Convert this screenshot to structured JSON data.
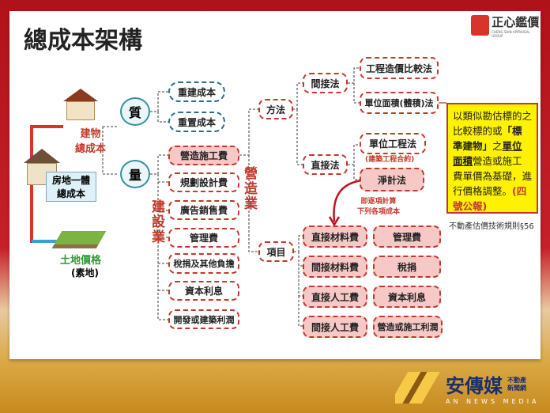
{
  "title": "總成本架構",
  "logo": {
    "name": "正心鑑價",
    "sub": "CHENG SHIN APPRAISAL GROUP"
  },
  "left": {
    "building": "建物\n總成本",
    "combined": "房地一體\n總成本",
    "land": "土地價格",
    "land_note": "(素地)"
  },
  "quality": {
    "label": "質",
    "items": [
      "重建成本",
      "重置成本"
    ]
  },
  "quantity": {
    "label": "量",
    "items": [
      "營造施工費",
      "規劃設計費",
      "廣告銷售費",
      "管理費",
      "稅捐及其他負擔",
      "資本利息",
      "開發或建築利潤"
    ]
  },
  "developer_label": "建設業",
  "builder_label": "營造業",
  "method": {
    "label": "方法",
    "indirect": "間接法",
    "direct": "直接法",
    "indirect_items": [
      "工程造價比較法",
      "單位面積(體積)法"
    ],
    "direct_items": [
      "單位工程法",
      "淨計法"
    ],
    "unit_note": "(建築工程合約)",
    "net_note": "即逐項計算\n下列各項成本"
  },
  "items": {
    "label": "項目",
    "list": [
      "直接材料費",
      "管理費",
      "間接材料費",
      "稅捐",
      "直接人工費",
      "資本利息",
      "間接人工費",
      "營造或施工利潤"
    ]
  },
  "note": {
    "pre": "以類似勘估標的之比較標的或",
    "bold1": "「標準建物」",
    "mid": "之",
    "bold2": "單位面積",
    "post": "營造或施工費單價為基礎，進行價格調整。",
    "ref": "(四號公報)"
  },
  "source": "不動產估價技術規則§56",
  "footer": {
    "brand": "安傳媒",
    "tag": "不動產\n新聞網",
    "en": "AN NEWS MEDIA"
  },
  "colors": {
    "accent": "#c0392b",
    "highlight": "#fff200",
    "teal": "#3a8ea0"
  }
}
